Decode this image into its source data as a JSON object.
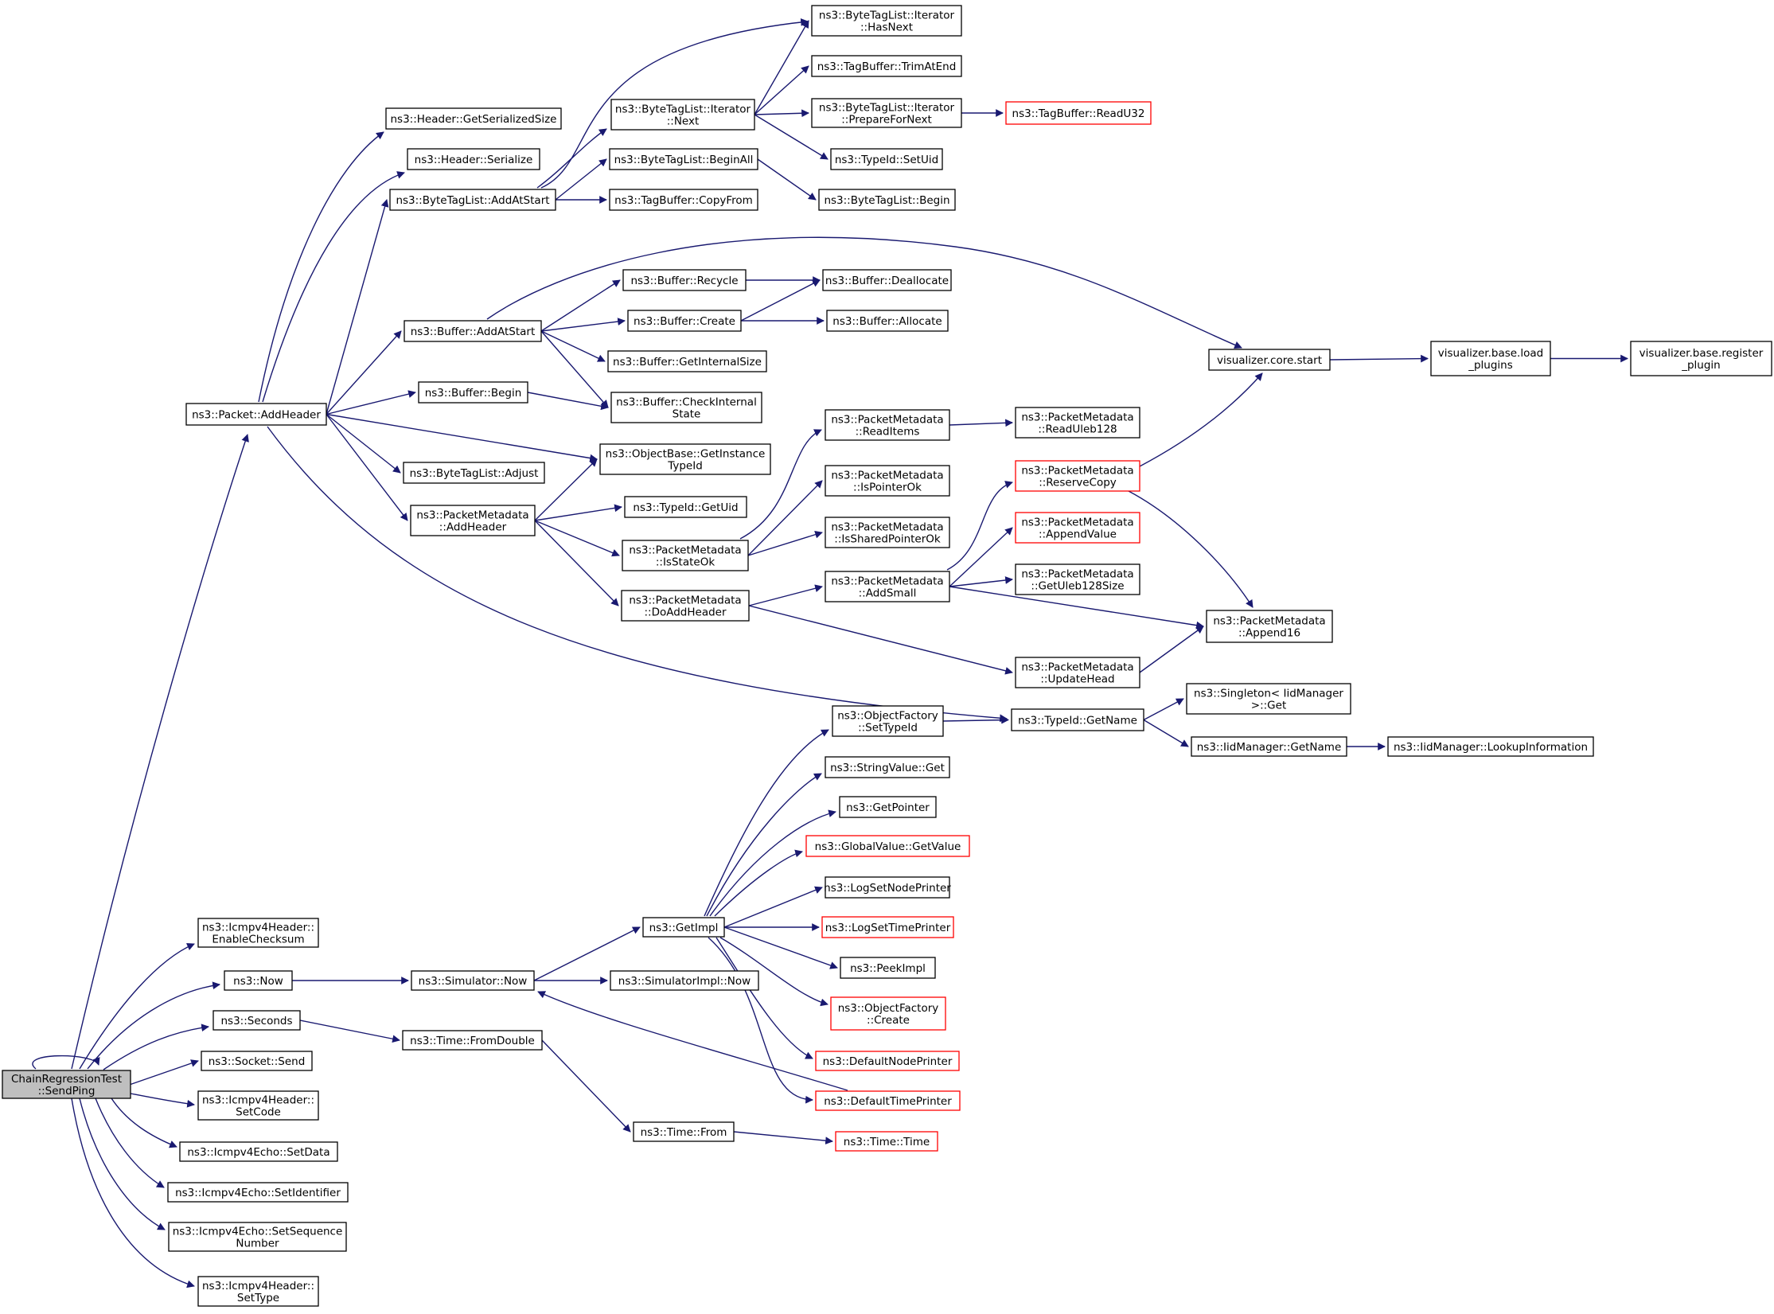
{
  "diagram": {
    "type": "call-graph",
    "colors": {
      "edge": "#191970",
      "box_border": "#000000",
      "truncated_border": "#ff0000",
      "root_fill": "#bfbfbf"
    },
    "nodes": [
      {
        "id": "root",
        "lines": [
          "ChainRegressionTest",
          "::SendPing"
        ],
        "style": "root"
      },
      {
        "id": "addHeader",
        "lines": [
          "ns3::Packet::AddHeader"
        ]
      },
      {
        "id": "enableChecksum",
        "lines": [
          "ns3::Icmpv4Header::",
          "EnableChecksum"
        ]
      },
      {
        "id": "now",
        "lines": [
          "ns3::Now"
        ]
      },
      {
        "id": "seconds",
        "lines": [
          "ns3::Seconds"
        ]
      },
      {
        "id": "socketSend",
        "lines": [
          "ns3::Socket::Send"
        ]
      },
      {
        "id": "setCode",
        "lines": [
          "ns3::Icmpv4Header::",
          "SetCode"
        ]
      },
      {
        "id": "setData",
        "lines": [
          "ns3::Icmpv4Echo::SetData"
        ]
      },
      {
        "id": "setIdentifier",
        "lines": [
          "ns3::Icmpv4Echo::SetIdentifier"
        ]
      },
      {
        "id": "setSeqNum",
        "lines": [
          "ns3::Icmpv4Echo::SetSequence",
          "Number"
        ]
      },
      {
        "id": "setType",
        "lines": [
          "ns3::Icmpv4Header::",
          "SetType"
        ]
      },
      {
        "id": "getSerializedSize",
        "lines": [
          "ns3::Header::GetSerializedSize"
        ]
      },
      {
        "id": "headerSerialize",
        "lines": [
          "ns3::Header::Serialize"
        ]
      },
      {
        "id": "btlAddAtStart",
        "lines": [
          "ns3::ByteTagList::AddAtStart"
        ]
      },
      {
        "id": "bufAddAtStart",
        "lines": [
          "ns3::Buffer::AddAtStart"
        ]
      },
      {
        "id": "bufBegin",
        "lines": [
          "ns3::Buffer::Begin"
        ]
      },
      {
        "id": "getInstanceTypeId",
        "lines": [
          "ns3::ObjectBase::GetInstance",
          "TypeId"
        ]
      },
      {
        "id": "btlAdjust",
        "lines": [
          "ns3::ByteTagList::Adjust"
        ]
      },
      {
        "id": "pmAddHeader",
        "lines": [
          "ns3::PacketMetadata",
          "::AddHeader"
        ]
      },
      {
        "id": "typeIdGetName",
        "lines": [
          "ns3::TypeId::GetName"
        ]
      },
      {
        "id": "iterNext",
        "lines": [
          "ns3::ByteTagList::Iterator",
          "::Next"
        ]
      },
      {
        "id": "btlBeginAll",
        "lines": [
          "ns3::ByteTagList::BeginAll"
        ]
      },
      {
        "id": "tbCopyFrom",
        "lines": [
          "ns3::TagBuffer::CopyFrom"
        ]
      },
      {
        "id": "iterHasNext",
        "lines": [
          "ns3::ByteTagList::Iterator",
          "::HasNext"
        ]
      },
      {
        "id": "tbTrimAtEnd",
        "lines": [
          "ns3::TagBuffer::TrimAtEnd"
        ]
      },
      {
        "id": "iterPrepare",
        "lines": [
          "ns3::ByteTagList::Iterator",
          "::PrepareForNext"
        ]
      },
      {
        "id": "typeIdSetUid",
        "lines": [
          "ns3::TypeId::SetUid"
        ]
      },
      {
        "id": "btlBegin",
        "lines": [
          "ns3::ByteTagList::Begin"
        ]
      },
      {
        "id": "tbReadU32",
        "lines": [
          "ns3::TagBuffer::ReadU32"
        ],
        "style": "red"
      },
      {
        "id": "bufRecycle",
        "lines": [
          "ns3::Buffer::Recycle"
        ]
      },
      {
        "id": "bufCreate",
        "lines": [
          "ns3::Buffer::Create"
        ]
      },
      {
        "id": "bufGetInternalSize",
        "lines": [
          "ns3::Buffer::GetInternalSize"
        ]
      },
      {
        "id": "bufCheckInternal",
        "lines": [
          "ns3::Buffer::CheckInternal",
          "State"
        ]
      },
      {
        "id": "bufDeallocate",
        "lines": [
          "ns3::Buffer::Deallocate"
        ]
      },
      {
        "id": "bufAllocate",
        "lines": [
          "ns3::Buffer::Allocate"
        ]
      },
      {
        "id": "vizCoreStart",
        "lines": [
          "visualizer.core.start"
        ]
      },
      {
        "id": "vizLoadPlugins",
        "lines": [
          "visualizer.base.load",
          "_plugins"
        ]
      },
      {
        "id": "vizRegisterPlugin",
        "lines": [
          "visualizer.base.register",
          "_plugin"
        ]
      },
      {
        "id": "typeIdGetUid",
        "lines": [
          "ns3::TypeId::GetUid"
        ]
      },
      {
        "id": "pmIsStateOk",
        "lines": [
          "ns3::PacketMetadata",
          "::IsStateOk"
        ]
      },
      {
        "id": "pmDoAddHeader",
        "lines": [
          "ns3::PacketMetadata",
          "::DoAddHeader"
        ]
      },
      {
        "id": "pmReadItems",
        "lines": [
          "ns3::PacketMetadata",
          "::ReadItems"
        ]
      },
      {
        "id": "pmIsPointerOk",
        "lines": [
          "ns3::PacketMetadata",
          "::IsPointerOk"
        ]
      },
      {
        "id": "pmIsSharedPointerOk",
        "lines": [
          "ns3::PacketMetadata",
          "::IsSharedPointerOk"
        ]
      },
      {
        "id": "pmAddSmall",
        "lines": [
          "ns3::PacketMetadata",
          "::AddSmall"
        ]
      },
      {
        "id": "pmReadUleb128",
        "lines": [
          "ns3::PacketMetadata",
          "::ReadUleb128"
        ]
      },
      {
        "id": "pmReserveCopy",
        "lines": [
          "ns3::PacketMetadata",
          "::ReserveCopy"
        ],
        "style": "red"
      },
      {
        "id": "pmAppendValue",
        "lines": [
          "ns3::PacketMetadata",
          "::AppendValue"
        ],
        "style": "red"
      },
      {
        "id": "pmGetUleb128Size",
        "lines": [
          "ns3::PacketMetadata",
          "::GetUleb128Size"
        ]
      },
      {
        "id": "pmUpdateHead",
        "lines": [
          "ns3::PacketMetadata",
          "::UpdateHead"
        ]
      },
      {
        "id": "pmAppend16",
        "lines": [
          "ns3::PacketMetadata",
          "::Append16"
        ]
      },
      {
        "id": "singletonGet",
        "lines": [
          "ns3::Singleton< IidManager",
          ">::Get"
        ]
      },
      {
        "id": "iidGetName",
        "lines": [
          "ns3::IidManager::GetName"
        ]
      },
      {
        "id": "iidLookup",
        "lines": [
          "ns3::IidManager::LookupInformation"
        ]
      },
      {
        "id": "ofSetTypeId",
        "lines": [
          "ns3::ObjectFactory",
          "::SetTypeId"
        ]
      },
      {
        "id": "stringValueGet",
        "lines": [
          "ns3::StringValue::Get"
        ]
      },
      {
        "id": "getPointer",
        "lines": [
          "ns3::GetPointer"
        ]
      },
      {
        "id": "gvGetValue",
        "lines": [
          "ns3::GlobalValue::GetValue"
        ],
        "style": "red"
      },
      {
        "id": "logSetNodePrinter",
        "lines": [
          "ns3::LogSetNodePrinter"
        ]
      },
      {
        "id": "logSetTimePrinter",
        "lines": [
          "ns3::LogSetTimePrinter"
        ],
        "style": "red"
      },
      {
        "id": "peekImpl",
        "lines": [
          "ns3::PeekImpl"
        ]
      },
      {
        "id": "ofCreate",
        "lines": [
          "ns3::ObjectFactory",
          "::Create"
        ],
        "style": "red"
      },
      {
        "id": "defaultNodePrinter",
        "lines": [
          "ns3::DefaultNodePrinter"
        ],
        "style": "red"
      },
      {
        "id": "defaultTimePrinter",
        "lines": [
          "ns3::DefaultTimePrinter"
        ],
        "style": "red"
      },
      {
        "id": "getImpl",
        "lines": [
          "ns3::GetImpl"
        ]
      },
      {
        "id": "simulatorNow",
        "lines": [
          "ns3::Simulator::Now"
        ]
      },
      {
        "id": "simImplNow",
        "lines": [
          "ns3::SimulatorImpl::Now"
        ]
      },
      {
        "id": "timeFromDouble",
        "lines": [
          "ns3::Time::FromDouble"
        ]
      },
      {
        "id": "timeFrom",
        "lines": [
          "ns3::Time::From"
        ]
      },
      {
        "id": "timeTime",
        "lines": [
          "ns3::Time::Time"
        ],
        "style": "red"
      }
    ],
    "edges": [
      [
        "root",
        "root"
      ],
      [
        "root",
        "addHeader"
      ],
      [
        "root",
        "enableChecksum"
      ],
      [
        "root",
        "now"
      ],
      [
        "root",
        "seconds"
      ],
      [
        "root",
        "socketSend"
      ],
      [
        "root",
        "setCode"
      ],
      [
        "root",
        "setData"
      ],
      [
        "root",
        "setIdentifier"
      ],
      [
        "root",
        "setSeqNum"
      ],
      [
        "root",
        "setType"
      ],
      [
        "addHeader",
        "getSerializedSize"
      ],
      [
        "addHeader",
        "headerSerialize"
      ],
      [
        "addHeader",
        "btlAddAtStart"
      ],
      [
        "addHeader",
        "bufAddAtStart"
      ],
      [
        "addHeader",
        "bufBegin"
      ],
      [
        "addHeader",
        "getInstanceTypeId"
      ],
      [
        "addHeader",
        "btlAdjust"
      ],
      [
        "addHeader",
        "pmAddHeader"
      ],
      [
        "addHeader",
        "typeIdGetName"
      ],
      [
        "btlAddAtStart",
        "iterNext"
      ],
      [
        "btlAddAtStart",
        "btlBeginAll"
      ],
      [
        "btlAddAtStart",
        "tbCopyFrom"
      ],
      [
        "btlAddAtStart",
        "iterHasNext"
      ],
      [
        "iterNext",
        "iterHasNext"
      ],
      [
        "iterNext",
        "tbTrimAtEnd"
      ],
      [
        "iterNext",
        "iterPrepare"
      ],
      [
        "iterNext",
        "typeIdSetUid"
      ],
      [
        "iterPrepare",
        "tbReadU32"
      ],
      [
        "btlBeginAll",
        "btlBegin"
      ],
      [
        "bufAddAtStart",
        "bufRecycle"
      ],
      [
        "bufAddAtStart",
        "bufCreate"
      ],
      [
        "bufAddAtStart",
        "bufGetInternalSize"
      ],
      [
        "bufAddAtStart",
        "bufCheckInternal"
      ],
      [
        "bufAddAtStart",
        "vizCoreStart"
      ],
      [
        "bufRecycle",
        "bufDeallocate"
      ],
      [
        "bufCreate",
        "bufDeallocate"
      ],
      [
        "bufCreate",
        "bufAllocate"
      ],
      [
        "bufBegin",
        "bufCheckInternal"
      ],
      [
        "vizCoreStart",
        "vizLoadPlugins"
      ],
      [
        "vizLoadPlugins",
        "vizRegisterPlugin"
      ],
      [
        "pmAddHeader",
        "getInstanceTypeId"
      ],
      [
        "pmAddHeader",
        "typeIdGetUid"
      ],
      [
        "pmAddHeader",
        "pmIsStateOk"
      ],
      [
        "pmAddHeader",
        "pmDoAddHeader"
      ],
      [
        "pmIsStateOk",
        "pmReadItems"
      ],
      [
        "pmIsStateOk",
        "pmIsPointerOk"
      ],
      [
        "pmIsStateOk",
        "pmIsSharedPointerOk"
      ],
      [
        "pmReadItems",
        "pmReadUleb128"
      ],
      [
        "pmDoAddHeader",
        "pmAddSmall"
      ],
      [
        "pmDoAddHeader",
        "pmUpdateHead"
      ],
      [
        "pmAddSmall",
        "pmReserveCopy"
      ],
      [
        "pmAddSmall",
        "pmAppendValue"
      ],
      [
        "pmAddSmall",
        "pmGetUleb128Size"
      ],
      [
        "pmAddSmall",
        "pmAppend16"
      ],
      [
        "pmReserveCopy",
        "vizCoreStart"
      ],
      [
        "pmReserveCopy",
        "pmAppend16"
      ],
      [
        "pmUpdateHead",
        "pmAppend16"
      ],
      [
        "typeIdGetName",
        "singletonGet"
      ],
      [
        "typeIdGetName",
        "iidGetName"
      ],
      [
        "iidGetName",
        "iidLookup"
      ],
      [
        "ofSetTypeId",
        "typeIdGetName"
      ],
      [
        "getImpl",
        "ofSetTypeId"
      ],
      [
        "getImpl",
        "stringValueGet"
      ],
      [
        "getImpl",
        "getPointer"
      ],
      [
        "getImpl",
        "gvGetValue"
      ],
      [
        "getImpl",
        "logSetNodePrinter"
      ],
      [
        "getImpl",
        "logSetTimePrinter"
      ],
      [
        "getImpl",
        "peekImpl"
      ],
      [
        "getImpl",
        "ofCreate"
      ],
      [
        "getImpl",
        "defaultNodePrinter"
      ],
      [
        "getImpl",
        "defaultTimePrinter"
      ],
      [
        "defaultTimePrinter",
        "simulatorNow"
      ],
      [
        "now",
        "simulatorNow"
      ],
      [
        "simulatorNow",
        "getImpl"
      ],
      [
        "simulatorNow",
        "simImplNow"
      ],
      [
        "seconds",
        "timeFromDouble"
      ],
      [
        "timeFromDouble",
        "timeFrom"
      ],
      [
        "timeFrom",
        "timeTime"
      ]
    ]
  }
}
